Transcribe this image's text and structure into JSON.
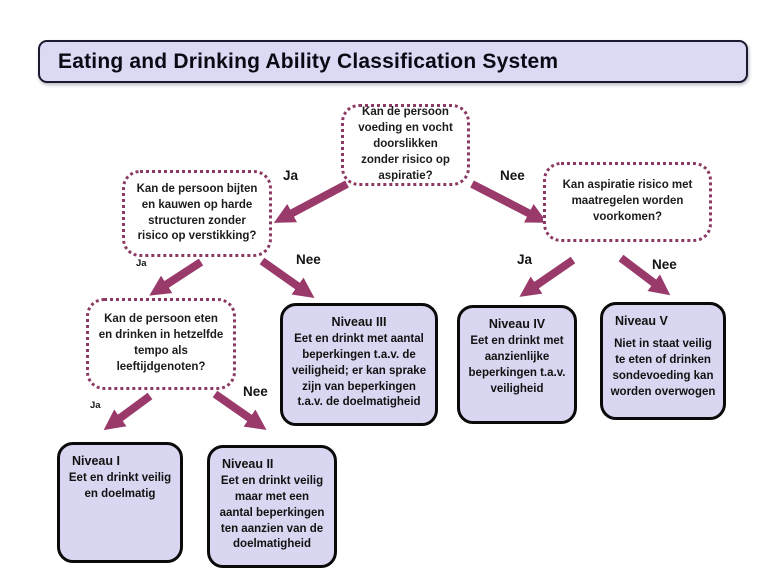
{
  "title": {
    "text": "Eating and Drinking Ability Classification System"
  },
  "questions": [
    {
      "id": "q-swallow",
      "text": "Kan de persoon voeding en vocht doorslikken zonder risico op aspiratie?"
    },
    {
      "id": "q-chew",
      "text": "Kan de persoon bijten en kauwen op harde structuren zonder risico op verstikking?"
    },
    {
      "id": "q-aspiratie",
      "text": "Kan aspiratie risico met maatregelen worden voorkomen?"
    },
    {
      "id": "q-tempo",
      "text": "Kan de persoon eten en drinken in hetzelfde tempo als leeftijdgenoten?"
    }
  ],
  "levels": [
    {
      "id": "niveau-1",
      "title": "Niveau I",
      "body": "Eet en drinkt veilig en doelmatig"
    },
    {
      "id": "niveau-2",
      "title": "Niveau II",
      "body": "Eet en drinkt veilig maar met een aantal beperkingen ten aanzien van de doelmatigheid"
    },
    {
      "id": "niveau-3",
      "title": "Niveau III",
      "body": "Eet en drinkt met aantal beperkingen t.a.v. de veiligheid; er kan sprake zijn van beperkingen t.a.v. de doelmatigheid"
    },
    {
      "id": "niveau-4",
      "title": "Niveau IV",
      "body": "Eet en drinkt met aanzienlijke beperkingen t.a.v. veiligheid"
    },
    {
      "id": "niveau-5",
      "title": "Niveau V",
      "body": "Niet in staat veilig te eten of drinken sondevoeding kan worden overwogen"
    }
  ],
  "edge_labels": [
    {
      "from": "q-swallow",
      "to": "q-chew",
      "label": "Ja"
    },
    {
      "from": "q-swallow",
      "to": "q-aspiratie",
      "label": "Nee"
    },
    {
      "from": "q-chew",
      "to": "q-tempo",
      "label": "Ja"
    },
    {
      "from": "q-chew",
      "to": "niveau-3",
      "label": "Nee"
    },
    {
      "from": "q-aspiratie",
      "to": "niveau-4",
      "label": "Ja"
    },
    {
      "from": "q-aspiratie",
      "to": "niveau-5",
      "label": "Nee"
    },
    {
      "from": "q-tempo",
      "to": "niveau-1",
      "label": "Ja"
    },
    {
      "from": "q-tempo",
      "to": "niveau-2",
      "label": "Nee"
    }
  ],
  "colors": {
    "arrow": "#9a3a6b",
    "question_border": "#8b3a63",
    "level_fill": "#d8d6f0",
    "level_border": "#0a0a0a",
    "banner_fill": "#dbd9f3",
    "banner_border": "#1a1a30"
  }
}
